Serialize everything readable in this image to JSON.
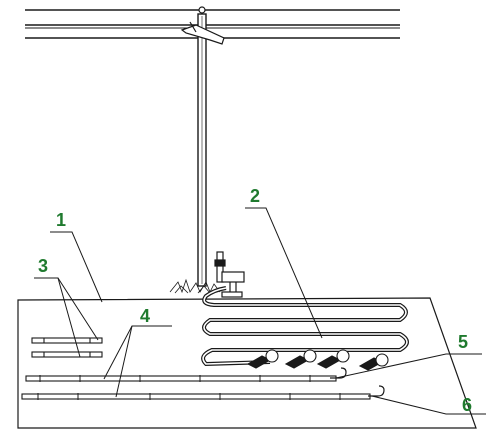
{
  "callouts": {
    "c1": "1",
    "c2": "2",
    "c3": "3",
    "c4": "4",
    "c5": "5",
    "c6": "6"
  },
  "colors": {
    "label": "#1f7a2e",
    "line": "#1a1a1a",
    "bg": "#ffffff"
  }
}
